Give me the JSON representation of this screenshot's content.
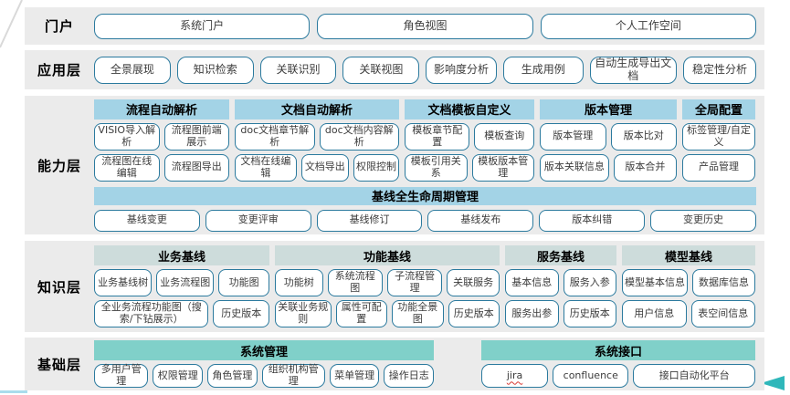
{
  "colors": {
    "band_bg": "#ebebeb",
    "header_blue": "#a3d3e6",
    "header_pale": "#cddcdb",
    "header_teal": "#80d0c9",
    "pill_border": "#2b7a9e",
    "arrow_teal": "#2fb7ba",
    "line_blue": "#a9dcec"
  },
  "layers": {
    "portal": {
      "label": "门户",
      "buttons": [
        "系统门户",
        "角色视图",
        "个人工作空间"
      ]
    },
    "application": {
      "label": "应用层",
      "buttons": [
        "全景展现",
        "知识检索",
        "关联识别",
        "关联视图",
        "影响度分析",
        "生成用例",
        "自动生成导出文档",
        "稳定性分析"
      ]
    },
    "capability": {
      "label": "能力层",
      "groups": [
        {
          "title": "流程自动解析",
          "rows": [
            [
              "VISIO导入解析",
              "流程图前端展示"
            ],
            [
              "流程图在线编辑",
              "流程图导出"
            ]
          ]
        },
        {
          "title": "文档自动解析",
          "rows": [
            [
              "doc文档章节解析",
              "doc文档内容解析"
            ],
            [
              "文档在线编辑",
              "文档导出",
              "权限控制"
            ]
          ]
        },
        {
          "title": "文档模板自定义",
          "rows": [
            [
              "模板章节配置",
              "模板查询"
            ],
            [
              "模板引用关系",
              "模板版本管理"
            ]
          ]
        },
        {
          "title": "版本管理",
          "rows": [
            [
              "版本管理",
              "版本比对"
            ],
            [
              "版本关联信息",
              "版本合并"
            ]
          ]
        },
        {
          "title": "全局配置",
          "rows": [
            [
              "标签管理/自定义"
            ],
            [
              "产品管理"
            ]
          ]
        }
      ],
      "baseline": {
        "title": "基线全生命周期管理",
        "buttons": [
          "基线变更",
          "变更评审",
          "基线修订",
          "基线发布",
          "版本纠错",
          "变更历史"
        ]
      }
    },
    "knowledge": {
      "label": "知识层",
      "groups": [
        {
          "title": "业务基线",
          "rows": [
            [
              "业务基线树",
              "业务流程图",
              "功能图"
            ],
            [
              "全业务流程功能图（搜索/下钻展示）",
              "历史版本"
            ]
          ]
        },
        {
          "title": "功能基线",
          "rows": [
            [
              "功能树",
              "系统流程图",
              "子流程管理",
              "关联服务"
            ],
            [
              "关联业务规则",
              "属性可配置",
              "功能全景图",
              "历史版本"
            ]
          ]
        },
        {
          "title": "服务基线",
          "rows": [
            [
              "基本信息",
              "服务入参"
            ],
            [
              "服务出参",
              "历史版本"
            ]
          ]
        },
        {
          "title": "模型基线",
          "rows": [
            [
              "模型基本信息",
              "数据库信息"
            ],
            [
              "用户信息",
              "表空间信息"
            ]
          ]
        }
      ]
    },
    "foundation": {
      "label": "基础层",
      "groups": [
        {
          "title": "系统管理",
          "rows": [
            [
              "多用户管理",
              "权限管理",
              "角色管理",
              "组织机构管理",
              "菜单管理",
              "操作日志"
            ]
          ]
        },
        {
          "title": "系统接口",
          "rows": [
            [
              "jira",
              "confluence",
              "接口自动化平台"
            ]
          ]
        }
      ]
    }
  }
}
